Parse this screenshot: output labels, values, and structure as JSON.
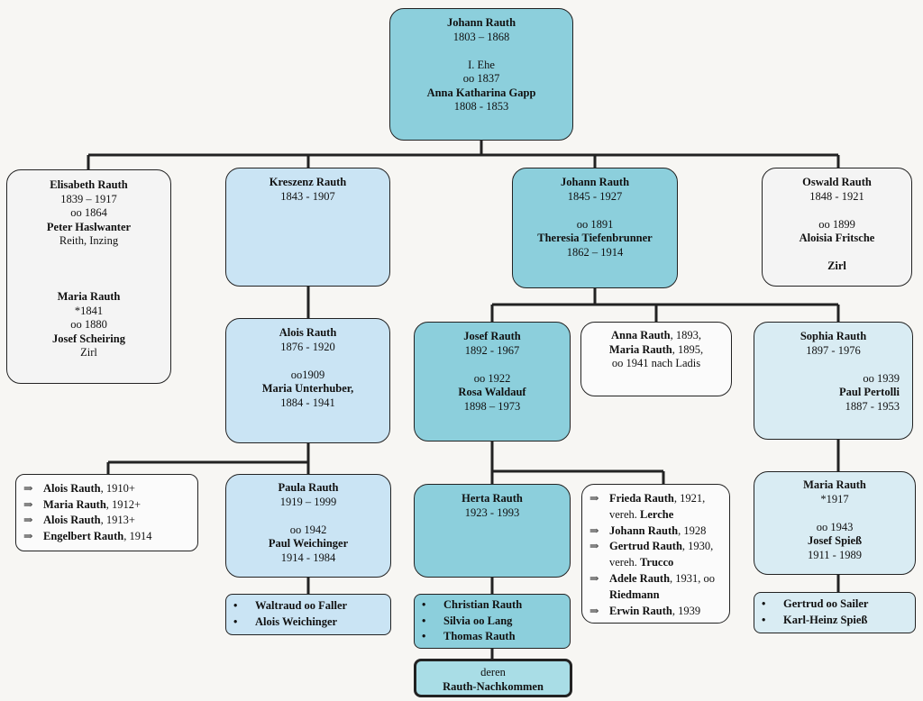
{
  "root": {
    "name": "Johann Rauth",
    "dates": "1803 – 1868",
    "marriage_no": "I. Ehe",
    "marriage": "oo 1837",
    "spouse": "Anna Katharina Gapp",
    "spouse_dates": "1808 - 1853"
  },
  "elisabeth": {
    "name": "Elisabeth Rauth",
    "dates": "1839 – 1917",
    "marriage": "oo 1864",
    "spouse": "Peter Haslwanter",
    "place": "Reith, Inzing",
    "name2": "Maria Rauth",
    "dates2": "*1841",
    "marriage2": "oo 1880",
    "spouse2": "Josef Scheiring",
    "place2": "Zirl"
  },
  "kreszenz": {
    "name": "Kreszenz Rauth",
    "dates": "1843 - 1907"
  },
  "johann2": {
    "name": "Johann Rauth",
    "dates": "1845 - 1927",
    "marriage": "oo 1891",
    "spouse": "Theresia Tiefenbrunner",
    "spouse_dates": "1862 – 1914"
  },
  "oswald": {
    "name": "Oswald Rauth",
    "dates": "1848 - 1921",
    "marriage": "oo 1899",
    "spouse": "Aloisia Fritsche",
    "place": "Zirl"
  },
  "alois": {
    "name": "Alois Rauth",
    "dates": "1876 - 1920",
    "marriage": "oo1909",
    "spouse": "Maria Unterhuber,",
    "spouse_dates": "1884 - 1941"
  },
  "josef": {
    "name": "Josef Rauth",
    "dates": "1892 - 1967",
    "marriage": "oo 1922",
    "spouse": "Rosa Waldauf",
    "spouse_dates": "1898 – 1973"
  },
  "anna": {
    "l1_name": "Anna Rauth",
    "l1_rest": ", 1893,",
    "l2_name": "Maria Rauth",
    "l2_rest": ", 1895,",
    "l3": "oo 1941 nach Ladis"
  },
  "sophia": {
    "name": "Sophia Rauth",
    "dates": "1897 - 1976",
    "marriage": "oo 1939",
    "spouse": "Paul Pertolli",
    "spouse_dates": "1887 - 1953"
  },
  "alois_kids": [
    {
      "name": "Alois Rauth",
      "rest": ", 1910+"
    },
    {
      "name": "Maria Rauth",
      "rest": ", 1912+"
    },
    {
      "name": "Alois Rauth",
      "rest": ", 1913+"
    },
    {
      "name": "Engelbert Rauth",
      "rest": ", 1914"
    }
  ],
  "paula": {
    "name": "Paula Rauth",
    "dates": "1919 – 1999",
    "marriage": "oo 1942",
    "spouse": "Paul Weichinger",
    "spouse_dates": "1914 - 1984"
  },
  "herta": {
    "name": "Herta Rauth",
    "dates": "1923 - 1993"
  },
  "josef_kids": {
    "k1_name": "Frieda Rauth",
    "k1_rest": ", 1921,",
    "k1b_pre": "vereh. ",
    "k1b_name": "Lerche",
    "k2_name": "Johann Rauth",
    "k2_rest": ", 1928",
    "k3_name": "Gertrud Rauth",
    "k3_rest": ", 1930,",
    "k3b_pre": "vereh. ",
    "k3b_name": "Trucco",
    "k4_name": "Adele Rauth",
    "k4_rest": ", 1931, oo",
    "k4b_name": "Riedmann",
    "k5_name": "Erwin Rauth",
    "k5_rest": ", 1939"
  },
  "maria_sophia": {
    "name": "Maria Rauth",
    "dates": "*1917",
    "marriage": "oo 1943",
    "spouse": "Josef Spieß",
    "spouse_dates": "1911 - 1989"
  },
  "paula_kids": [
    "Waltraud oo Faller",
    "Alois Weichinger"
  ],
  "herta_kids": [
    "Christian Rauth",
    "Silvia oo Lang",
    "Thomas Rauth"
  ],
  "maria_kids": [
    "Gertrud oo Sailer",
    "Karl-Heinz Spieß"
  ],
  "final": {
    "line1": "deren",
    "line2": "Rauth-Nachkommen"
  },
  "colors": {
    "dark": "#8ccfdc",
    "light": "#cae4f4",
    "grey": "#f4f4f4",
    "line": "#222222"
  }
}
